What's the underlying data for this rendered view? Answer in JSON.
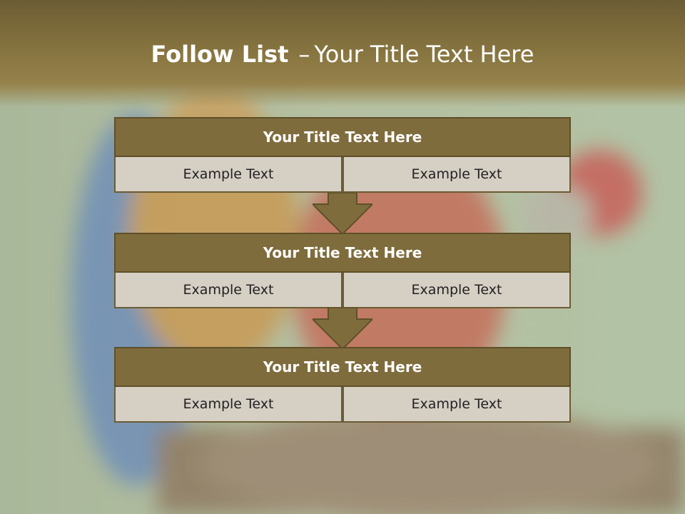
{
  "slide": {
    "title_bold": "Follow List",
    "title_dash": "–",
    "title_rest": "Your Title Text Here"
  },
  "steps": [
    {
      "title": "Your Title Text Here",
      "left": "Example Text",
      "right": "Example Text"
    },
    {
      "title": "Your Title Text Here",
      "left": "Example Text",
      "right": "Example Text"
    },
    {
      "title": "Your Title Text Here",
      "left": "Example Text",
      "right": "Example Text"
    }
  ],
  "colors": {
    "header": "#85733f",
    "block_title": "#7f6c3d",
    "cell": "#d6cfc4",
    "border": "#5e5028"
  },
  "background_image": "macaw-parrots-photo"
}
